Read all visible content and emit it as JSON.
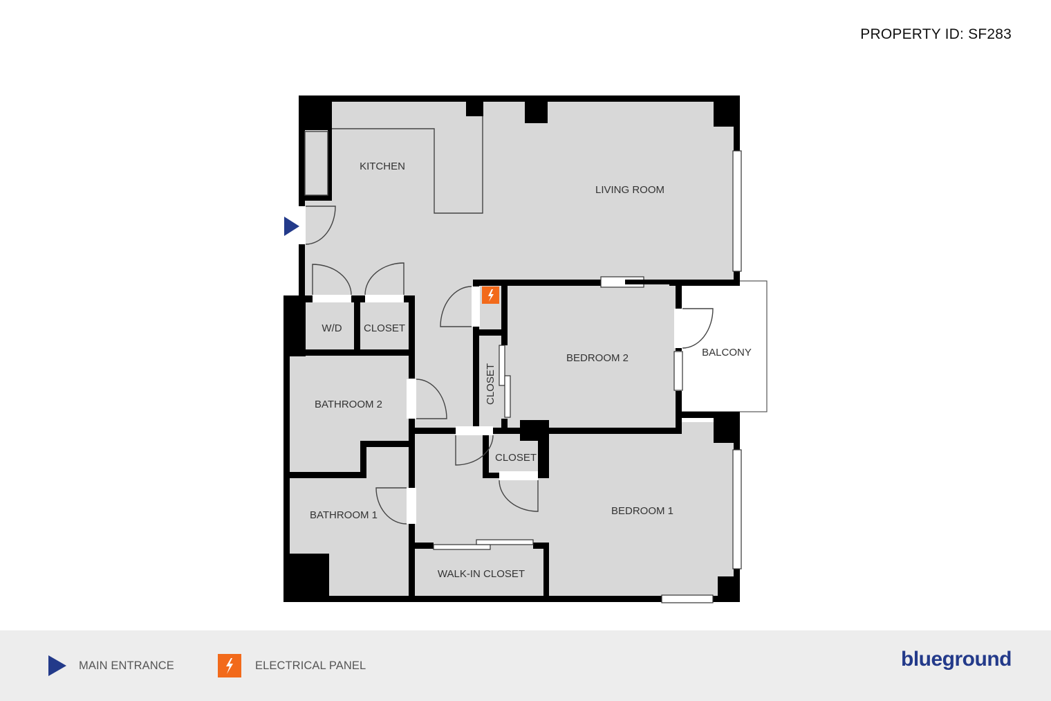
{
  "header": {
    "property_id": "PROPERTY ID: SF283"
  },
  "rooms": {
    "kitchen": "KITCHEN",
    "living_room": "LIVING ROOM",
    "wd": "W/D",
    "closet_hall": "CLOSET",
    "bedroom_2": "BEDROOM 2",
    "balcony": "BALCONY",
    "bathroom_2": "BATHROOM 2",
    "closet_vertical": "CLOSET",
    "closet_bed1": "CLOSET",
    "bedroom_1": "BEDROOM 1",
    "bathroom_1": "BATHROOM 1",
    "walk_in_closet": "WALK-IN CLOSET"
  },
  "legend": {
    "main_entrance": {
      "label": "MAIN ENTRANCE",
      "icon": "triangle-right-icon",
      "color": "#233a8a"
    },
    "electrical_panel": {
      "label": "ELECTRICAL PANEL",
      "icon": "lightning-bolt-icon",
      "color": "#f26a1b"
    }
  },
  "brand": {
    "logo": "blueground",
    "color": "#233a8a"
  },
  "colors": {
    "floor": "#d8d8d8",
    "wall": "#000000",
    "legend_bg": "#ededed"
  }
}
